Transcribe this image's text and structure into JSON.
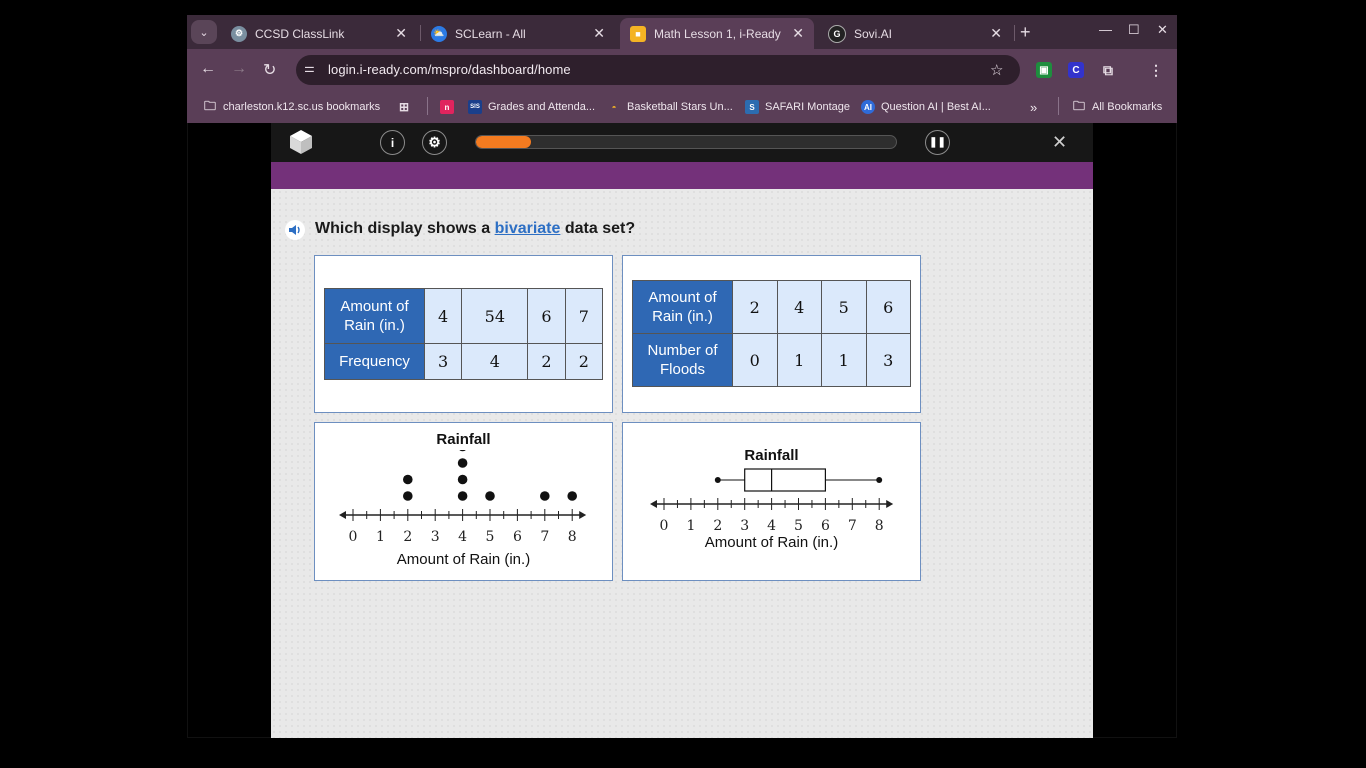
{
  "browser": {
    "tabs": [
      {
        "title": "CCSD ClassLink",
        "active": false
      },
      {
        "title": "SCLearn - All",
        "active": false
      },
      {
        "title": "Math Lesson 1, i-Ready",
        "active": true
      },
      {
        "title": "Sovi.AI",
        "active": false
      }
    ],
    "url": "login.i-ready.com/mspro/dashboard/home",
    "bookmarks": [
      {
        "label": "charleston.k12.sc.us bookmarks"
      },
      {
        "label": "Grades and Attenda..."
      },
      {
        "label": "Basketball Stars Un..."
      },
      {
        "label": "SAFARI Montage"
      },
      {
        "label": "Question AI | Best AI..."
      }
    ],
    "all_bookmarks": "All Bookmarks",
    "extensions": [
      "C"
    ]
  },
  "lesson": {
    "progress_fraction": 0.13,
    "info_label": "i",
    "question_prefix": "Which display shows a ",
    "question_link": "bivariate",
    "question_suffix": " data set?"
  },
  "choices": {
    "table1": {
      "row1_header": "Amount of Rain (in.)",
      "row1_values": [
        "4",
        "54",
        "6",
        "7"
      ],
      "row2_header": "Frequency",
      "row2_values": [
        "3",
        "4",
        "2",
        "2"
      ]
    },
    "table2": {
      "row1_header": "Amount of Rain (in.)",
      "row1_values": [
        "2",
        "4",
        "5",
        "6"
      ],
      "row2_header": "Number of Floods",
      "row2_values": [
        "0",
        "1",
        "1",
        "3"
      ]
    },
    "dotplot": {
      "title": "Rainfall",
      "xlabel": "Amount of Rain (in.)",
      "ticks": [
        "0",
        "1",
        "2",
        "3",
        "4",
        "5",
        "6",
        "7",
        "8"
      ]
    },
    "boxplot": {
      "title": "Rainfall",
      "xlabel": "Amount of Rain (in.)",
      "ticks": [
        "0",
        "1",
        "2",
        "3",
        "4",
        "5",
        "6",
        "7",
        "8"
      ]
    }
  },
  "chart_data": [
    {
      "type": "scatter",
      "subtype": "dot-plot",
      "title": "Rainfall",
      "xlabel": "Amount of Rain (in.)",
      "xlim": [
        0,
        8
      ],
      "x": [
        2,
        2,
        4,
        4,
        4,
        4,
        5,
        7,
        8
      ],
      "y": [
        1,
        2,
        1,
        2,
        3,
        4,
        1,
        1,
        1
      ]
    },
    {
      "type": "box",
      "title": "Rainfall",
      "xlabel": "Amount of Rain (in.)",
      "xlim": [
        0,
        8
      ],
      "min": 2,
      "q1": 3,
      "median": 4,
      "q3": 6,
      "max": 8
    }
  ],
  "colors": {
    "accent_orange": "#f47b20",
    "purple_band": "#74317a",
    "table_header": "#2f68b4",
    "table_cell": "#dbe9fb"
  }
}
